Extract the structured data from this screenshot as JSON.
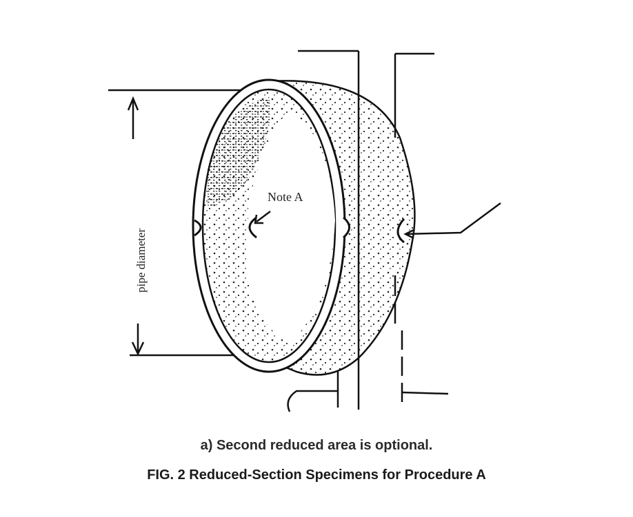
{
  "figure": {
    "labels": {
      "dimension": "pipe diameter",
      "note": "Note A"
    },
    "caption": {
      "note": "a) Second reduced area is optional.",
      "title": "FIG. 2 Reduced-Section Specimens for Procedure A"
    },
    "colors": {
      "line": "#111111",
      "background": "#ffffff",
      "text": "#222222"
    }
  }
}
